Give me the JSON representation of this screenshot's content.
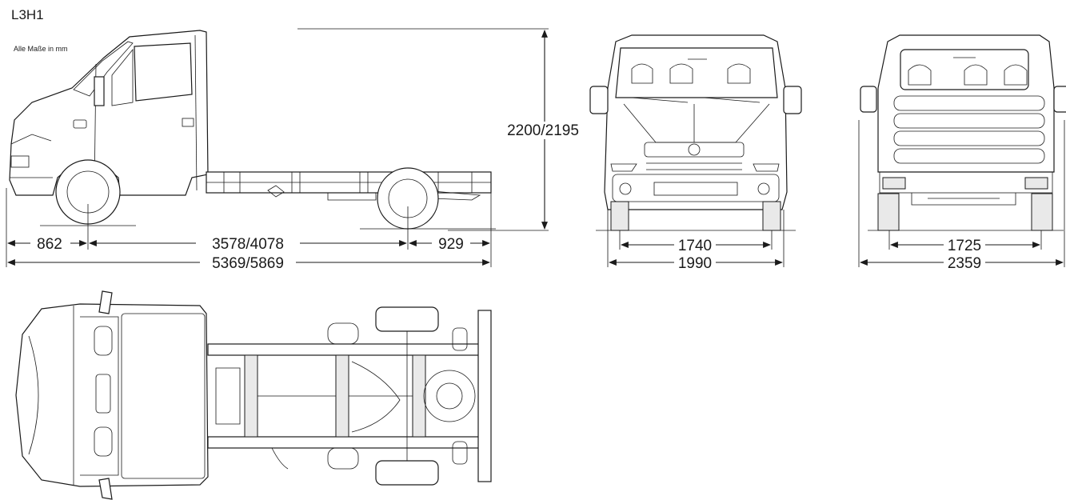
{
  "title": "L3H1",
  "note": "Alle Maße in mm",
  "dimensions": {
    "front_overhang": "862",
    "wheelbase": "3578/4078",
    "rear_overhang": "929",
    "overall_length": "5369/5869",
    "height": "2200/2195",
    "front_track": "1740",
    "front_width": "1990",
    "rear_track": "1725",
    "rear_width": "2359"
  },
  "views": [
    "side-view",
    "front-view",
    "rear-view",
    "top-view"
  ]
}
